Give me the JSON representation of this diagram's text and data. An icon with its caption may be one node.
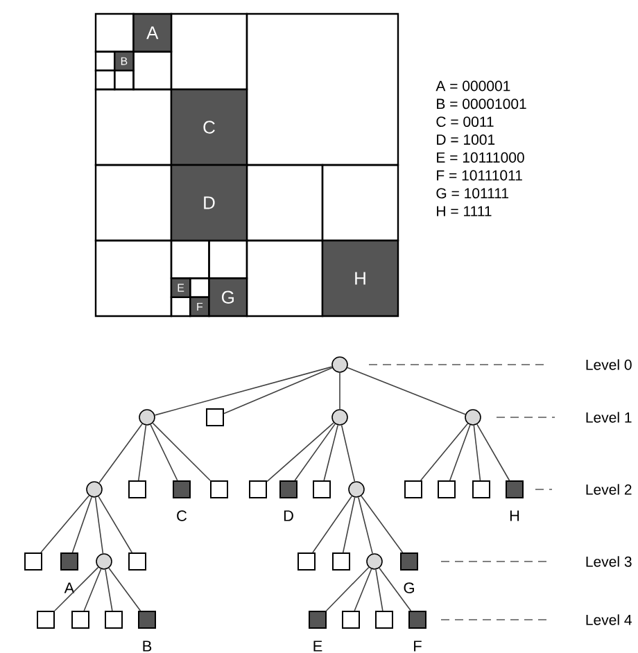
{
  "diagram": {
    "nodes": [
      {
        "text": [
          "A"
        ]
      },
      {
        "text": [
          "B"
        ]
      },
      {
        "text": [
          "C"
        ]
      },
      {
        "text": [
          "D"
        ]
      },
      {
        "text": [
          "E"
        ]
      },
      {
        "text": [
          "F"
        ]
      },
      {
        "text": [
          "G"
        ]
      },
      {
        "text": [
          "H"
        ]
      },
      {
        "text": [],
        "shape": "circle"
      },
      {
        "text": [],
        "shape": "circle"
      },
      {
        "text": [],
        "shape": "box"
      },
      {
        "text": [],
        "shape": "circle"
      },
      {
        "text": [],
        "shape": "circle"
      },
      {
        "text": [],
        "shape": "circle"
      },
      {
        "text": [],
        "shape": "box"
      },
      {
        "text": [],
        "shape": "box",
        "beside": [
          "C"
        ]
      },
      {
        "text": [],
        "shape": "box"
      },
      {
        "text": [],
        "shape": "box"
      },
      {
        "text": [],
        "shape": "box",
        "beside": [
          "D"
        ]
      },
      {
        "text": [],
        "shape": "box"
      },
      {
        "text": [],
        "shape": "circle"
      },
      {
        "text": [],
        "shape": "box"
      },
      {
        "text": [],
        "shape": "box"
      },
      {
        "text": [],
        "shape": "box"
      },
      {
        "text": [],
        "shape": "box",
        "beside": [
          "H"
        ]
      },
      {
        "text": [],
        "shape": "box"
      },
      {
        "text": [],
        "shape": "box",
        "beside": [
          "A"
        ]
      },
      {
        "text": [],
        "shape": "circle"
      },
      {
        "text": [],
        "shape": "box"
      },
      {
        "text": [],
        "shape": "box"
      },
      {
        "text": [],
        "shape": "box"
      },
      {
        "text": [],
        "shape": "circle"
      },
      {
        "text": [],
        "shape": "box",
        "beside": [
          "G"
        ]
      },
      {
        "text": [],
        "shape": "box"
      },
      {
        "text": [],
        "shape": "box"
      },
      {
        "text": [],
        "shape": "box"
      },
      {
        "text": [],
        "shape": "box",
        "beside": [
          "B"
        ]
      },
      {
        "text": [],
        "shape": "box",
        "beside": [
          "E"
        ]
      },
      {
        "text": [],
        "shape": "box"
      },
      {
        "text": [],
        "shape": "box"
      },
      {
        "text": [],
        "shape": "box",
        "beside": [
          "F"
        ]
      }
    ],
    "edges": [
      {
        "from": 8,
        "to": 9,
        "arrow": "none"
      },
      {
        "from": 8,
        "to": 10,
        "arrow": "none"
      },
      {
        "from": 8,
        "to": 11,
        "arrow": "none"
      },
      {
        "from": 8,
        "to": 12,
        "arrow": "none"
      },
      {
        "from": 9,
        "to": 13,
        "arrow": "none"
      },
      {
        "from": 9,
        "to": 14,
        "arrow": "none"
      },
      {
        "from": 9,
        "to": 15,
        "arrow": "none"
      },
      {
        "from": 9,
        "to": 16,
        "arrow": "none"
      },
      {
        "from": 11,
        "to": 17,
        "arrow": "none"
      },
      {
        "from": 11,
        "to": 18,
        "arrow": "none"
      },
      {
        "from": 11,
        "to": 19,
        "arrow": "none"
      },
      {
        "from": 11,
        "to": 20,
        "arrow": "none"
      },
      {
        "from": 12,
        "to": 21,
        "arrow": "none"
      },
      {
        "from": 12,
        "to": 22,
        "arrow": "none"
      },
      {
        "from": 12,
        "to": 23,
        "arrow": "none"
      },
      {
        "from": 12,
        "to": 24,
        "arrow": "none"
      },
      {
        "from": 13,
        "to": 25,
        "arrow": "none"
      },
      {
        "from": 13,
        "to": 26,
        "arrow": "none"
      },
      {
        "from": 13,
        "to": 27,
        "arrow": "none"
      },
      {
        "from": 13,
        "to": 28,
        "arrow": "none"
      },
      {
        "from": 20,
        "to": 29,
        "arrow": "none"
      },
      {
        "from": 20,
        "to": 30,
        "arrow": "none"
      },
      {
        "from": 20,
        "to": 31,
        "arrow": "none"
      },
      {
        "from": 20,
        "to": 32,
        "arrow": "none"
      },
      {
        "from": 27,
        "to": 33,
        "arrow": "none"
      },
      {
        "from": 27,
        "to": 34,
        "arrow": "none"
      },
      {
        "from": 27,
        "to": 35,
        "arrow": "none"
      },
      {
        "from": 27,
        "to": 36,
        "arrow": "none"
      },
      {
        "from": 31,
        "to": 37,
        "arrow": "none"
      },
      {
        "from": 31,
        "to": 38,
        "arrow": "none"
      },
      {
        "from": 31,
        "to": 39,
        "arrow": "none"
      },
      {
        "from": 31,
        "to": 40,
        "arrow": "none"
      }
    ],
    "labels": [
      "A = 000001",
      "B = 00001001",
      "C = 0011",
      "D = 1001",
      "E = 10111000",
      "F = 10111011",
      "G = 101111",
      "H = 1111",
      "Level 0",
      "Level 1",
      "Level 2",
      "Level 3",
      "Level 4"
    ]
  }
}
